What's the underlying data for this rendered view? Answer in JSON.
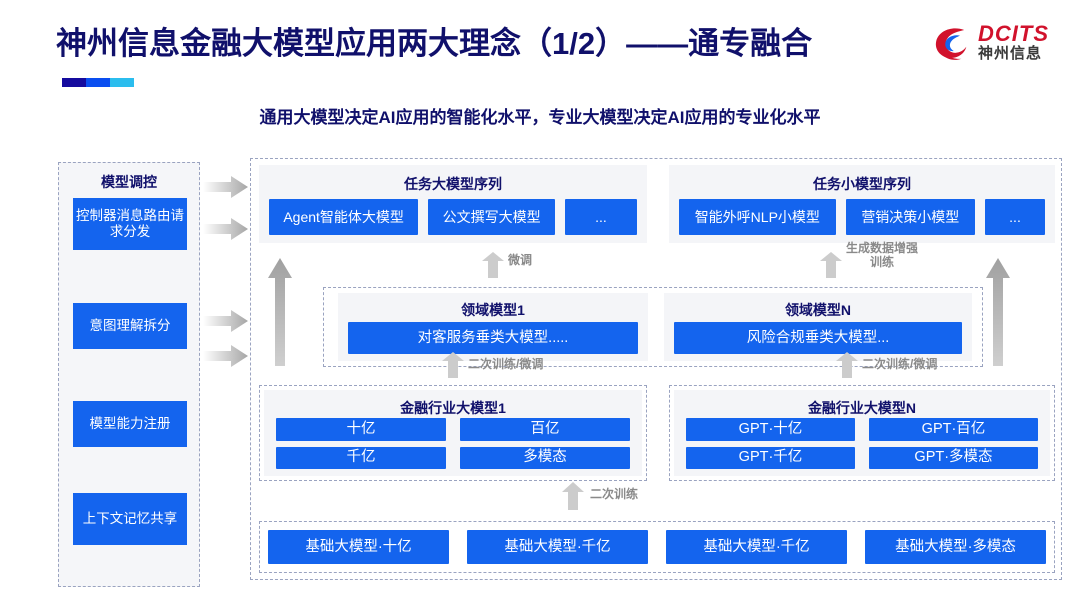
{
  "header": {
    "title": "神州信息金融大模型应用两大理念（1/2）——通专融合",
    "subtitle": "通用大模型决定AI应用的智能化水平，专业大模型决定AI应用的专业化水平",
    "accent_colors": [
      "#150b9e",
      "#0a4ef0",
      "#2bbdee"
    ],
    "logo": {
      "en": "DCITS",
      "cn": "神州信息",
      "mark_color": "#d1122c"
    }
  },
  "sidebar": {
    "title": "模型调控",
    "items": [
      {
        "label": "控制器消息路由请求分发"
      },
      {
        "label": "意图理解拆分"
      },
      {
        "label": "模型能力注册"
      },
      {
        "label": "上下文记忆共享"
      }
    ]
  },
  "task_sequences": [
    {
      "title": "任务大模型序列",
      "boxes": [
        "Agent智能体大模型",
        "公文撰写大模型",
        "..."
      ]
    },
    {
      "title": "任务小模型序列",
      "boxes": [
        "智能外呼NLP小模型",
        "营销决策小模型",
        "..."
      ]
    }
  ],
  "domain_models": [
    {
      "title": "领域模型1",
      "box": "对客服务垂类大模型....."
    },
    {
      "title": "领域模型N",
      "box": "风险合规垂类大模型..."
    }
  ],
  "industry_models": [
    {
      "title": "金融行业大模型1",
      "boxes": [
        "十亿",
        "百亿",
        "千亿",
        "多模态"
      ]
    },
    {
      "title": "金融行业大模型N",
      "boxes": [
        "GPT·十亿",
        "GPT·百亿",
        "GPT·千亿",
        "GPT·多模态"
      ]
    }
  ],
  "base_models": [
    "基础大模型·十亿",
    "基础大模型·千亿",
    "基础大模型·千亿",
    "基础大模型·多模态"
  ],
  "flow_labels": {
    "fine_tune": "微调",
    "data_augment": "生成数据增强\n训练",
    "retrain_finetune_left": "二次训练/微调",
    "retrain_finetune_right": "二次训练/微调",
    "retrain": "二次训练"
  },
  "colors": {
    "brand_blue": "#1464ee",
    "navy_text": "#10106b",
    "panel_bg": "#f4f5f8",
    "dash_border": "#9aa3c0",
    "arrow_gray": "#b0b0b0"
  }
}
